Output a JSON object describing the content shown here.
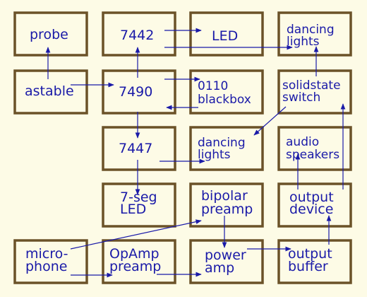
{
  "colors": {
    "background": "#fdfbe6",
    "box_border": "#6b5228",
    "ink": "#1a1aa8"
  },
  "blocks": {
    "probe": [
      "probe"
    ],
    "ic7442": [
      "7442"
    ],
    "led": [
      "LED"
    ],
    "dancing_lights_top": [
      "dancing",
      "lights"
    ],
    "astable": [
      "astable"
    ],
    "ic7490": [
      "7490"
    ],
    "blackbox": [
      "0110",
      "blackbox"
    ],
    "solidstate_switch": [
      "solidstate",
      "switch"
    ],
    "ic7447": [
      "7447"
    ],
    "dancing_lights_mid": [
      "dancing",
      "lights"
    ],
    "audio_speakers": [
      "audio",
      "speakers"
    ],
    "seven_seg_led": [
      "7-seg",
      "LED"
    ],
    "bipolar_preamp": [
      "bipolar",
      "preamp"
    ],
    "output_device": [
      "output",
      "device"
    ],
    "microphone": [
      "micro-",
      "phone"
    ],
    "opamp_preamp": [
      "OpAmp",
      "preamp"
    ],
    "power_amp": [
      "power",
      "amp"
    ],
    "output_buffer": [
      "output",
      "buffer"
    ]
  }
}
